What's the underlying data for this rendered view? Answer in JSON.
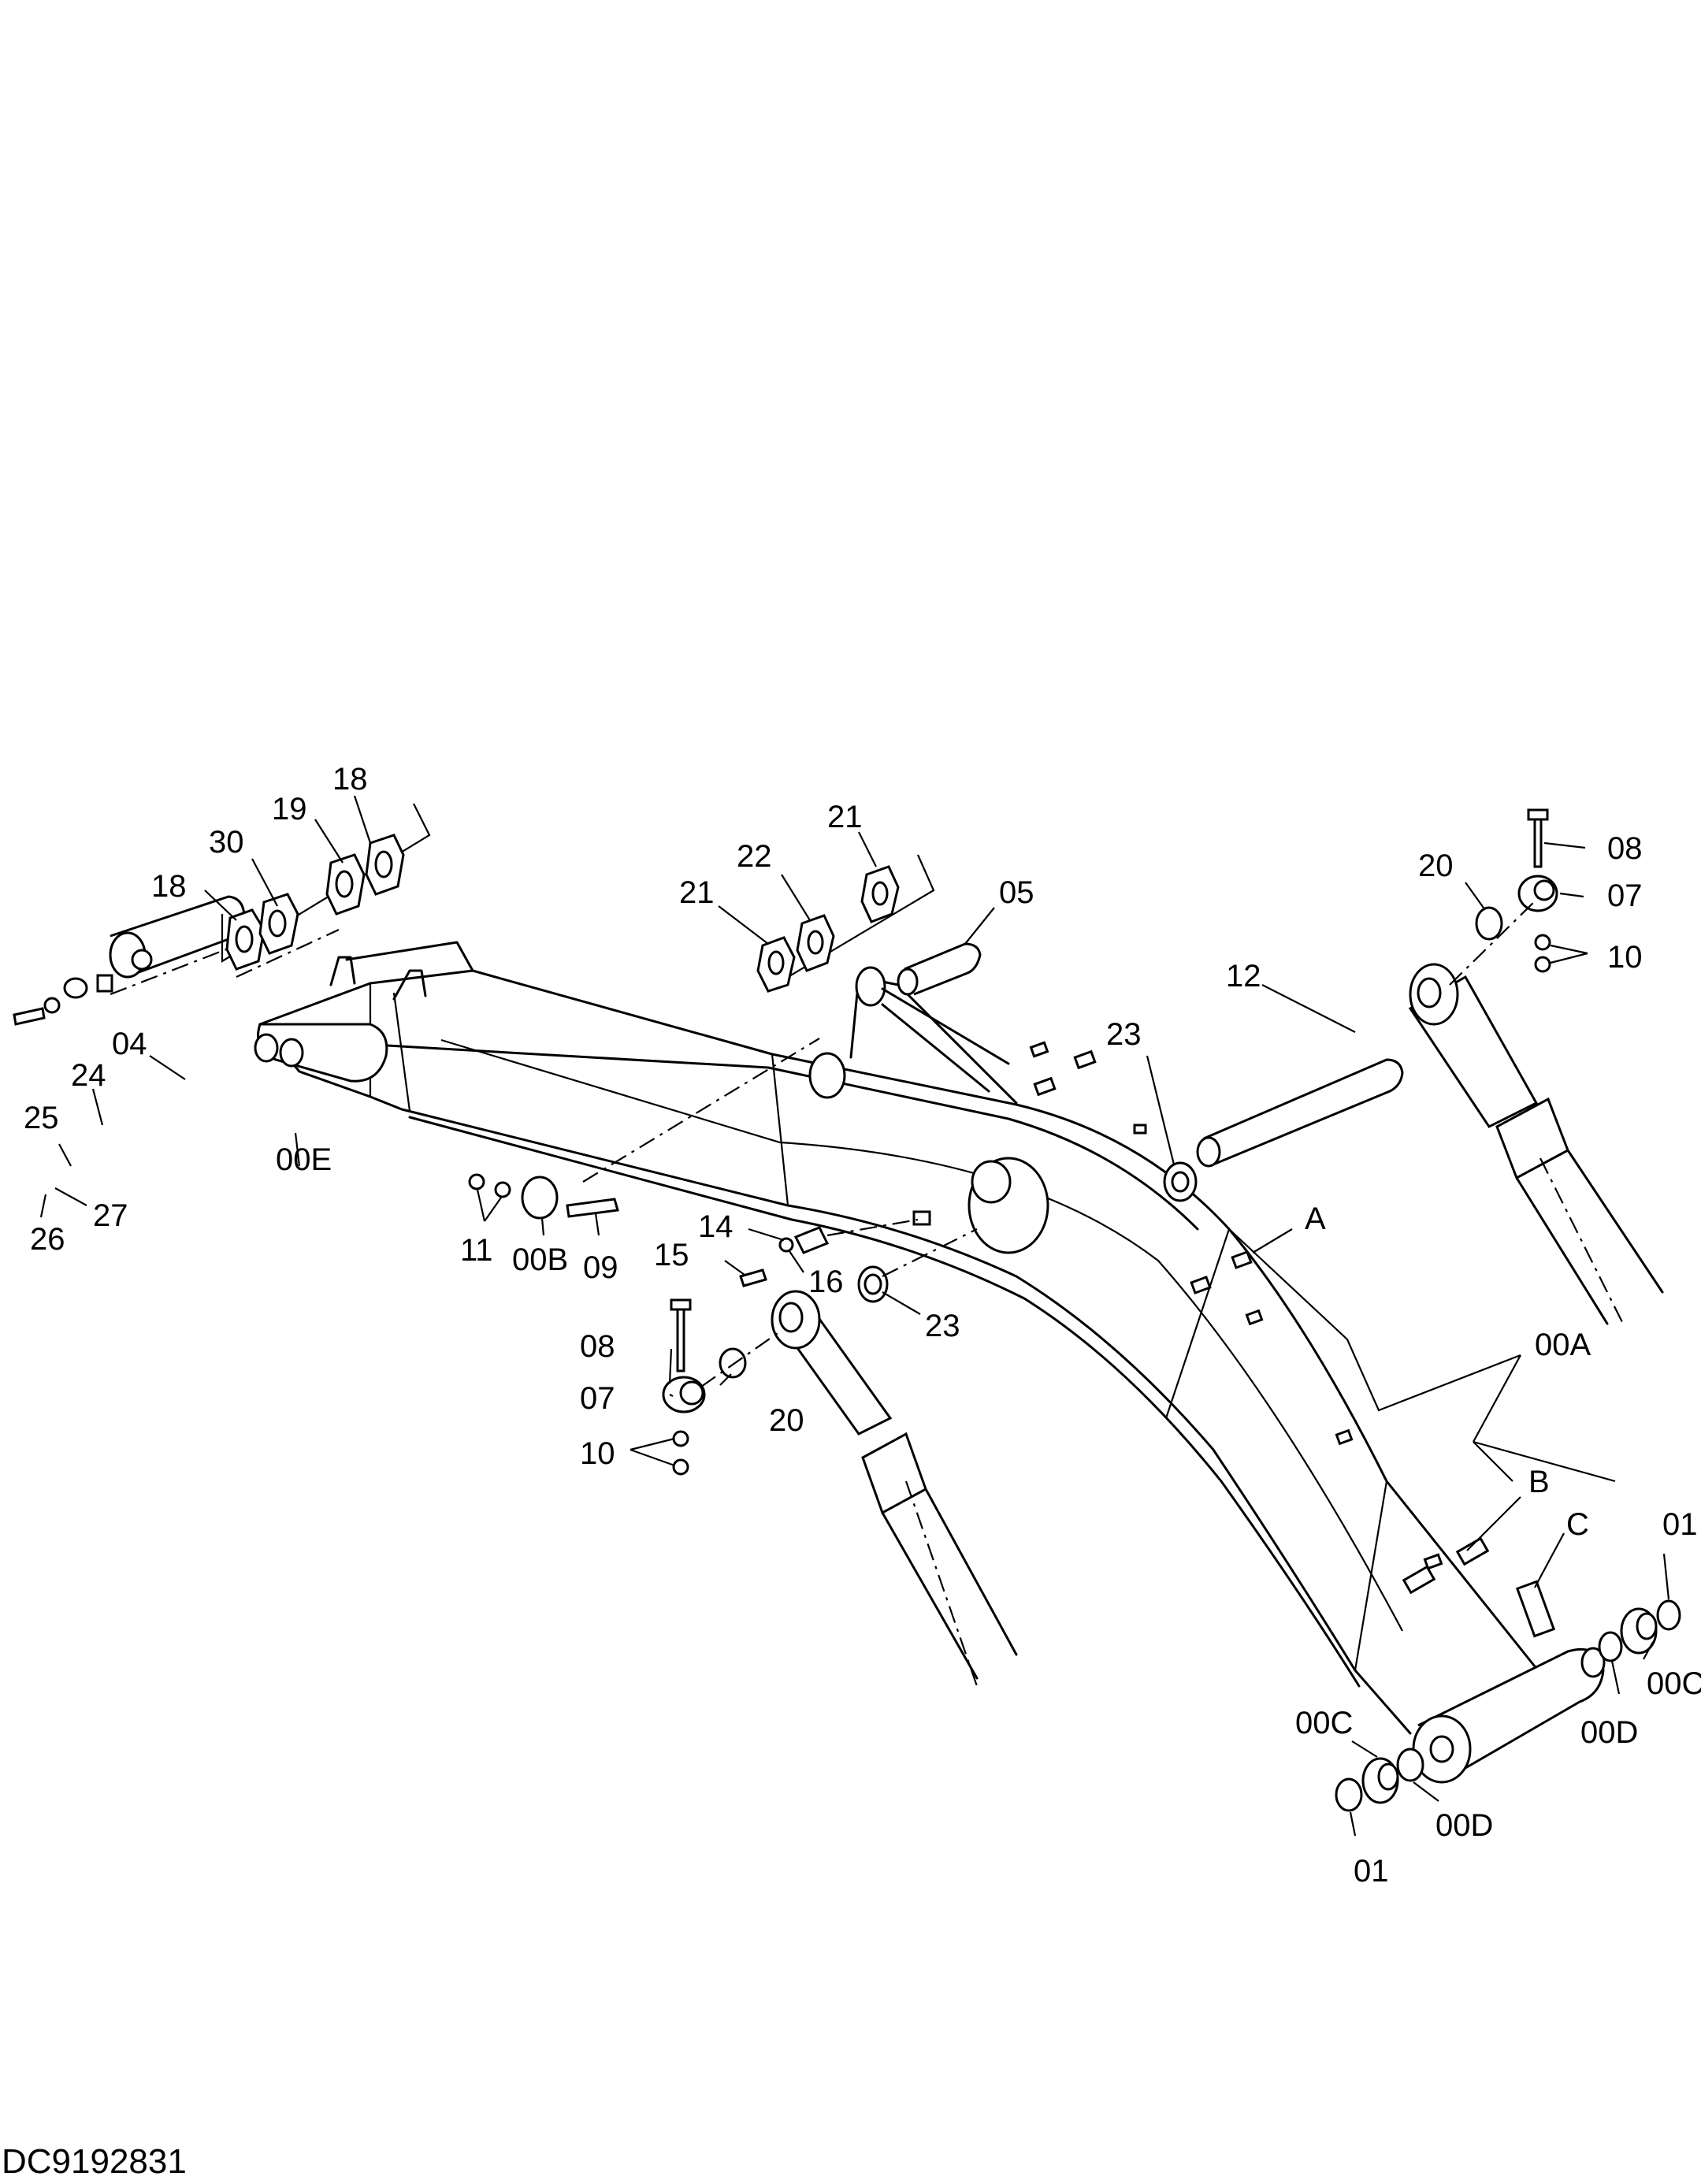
{
  "drawing": {
    "code": "DC9192831",
    "callouts": [
      "18",
      "19",
      "30",
      "18",
      "21",
      "22",
      "21",
      "05",
      "08",
      "20",
      "07",
      "10",
      "12",
      "23",
      "04",
      "24",
      "25",
      "00E",
      "26",
      "27",
      "11",
      "00B",
      "09",
      "14",
      "15",
      "16",
      "23",
      "A",
      "00A",
      "08",
      "07",
      "20",
      "10",
      "B",
      "C",
      "01",
      "00C",
      "00D",
      "00C",
      "00D",
      "01"
    ]
  }
}
